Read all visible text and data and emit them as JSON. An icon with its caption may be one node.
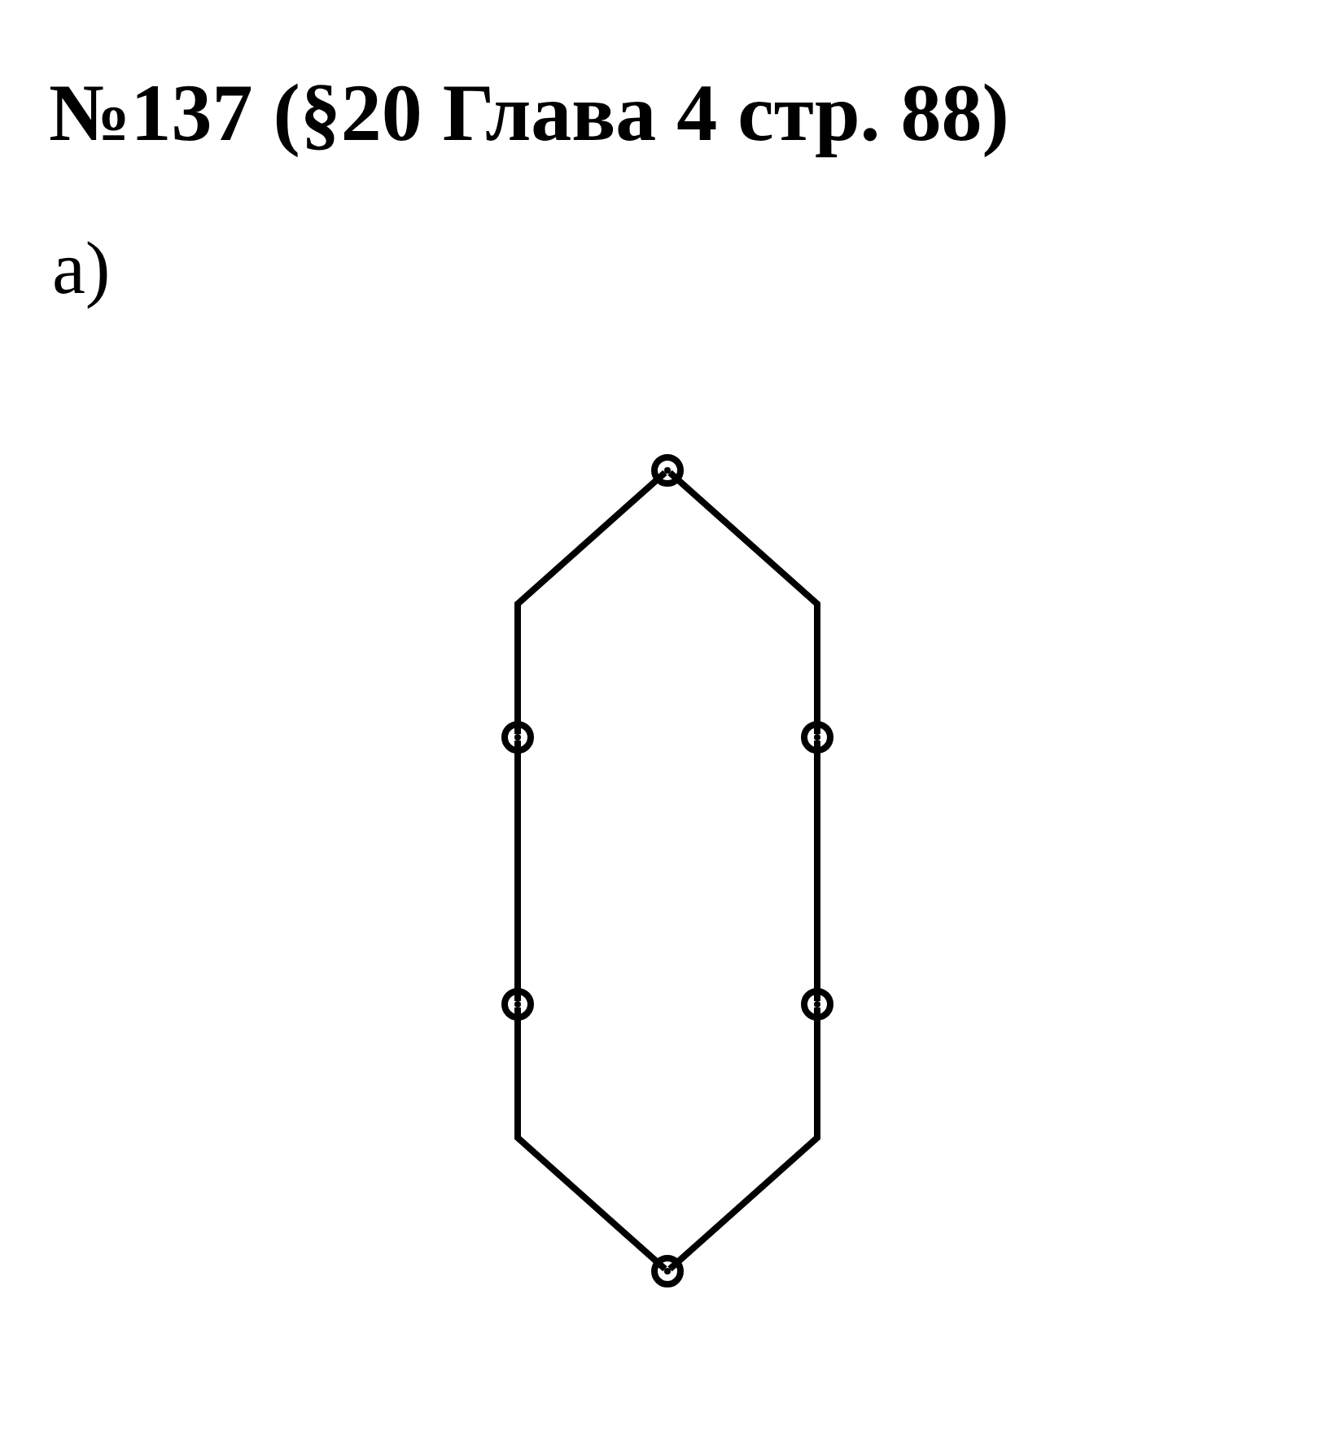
{
  "diagram": {
    "title": "№137 (§20 Глава 4  стр. 88)",
    "nodes": [
      {
        "text": [],
        "shape": "circle"
      },
      {
        "text": [],
        "shape": "circle"
      },
      {
        "text": [],
        "shape": "circle"
      },
      {
        "text": [],
        "shape": "circle"
      },
      {
        "text": [],
        "shape": "circle"
      },
      {
        "text": [],
        "shape": "circle"
      }
    ],
    "edges": [
      {
        "from": 0,
        "to": 1,
        "arrow": "none"
      },
      {
        "from": 0,
        "to": 2,
        "arrow": "none"
      },
      {
        "from": 1,
        "to": 3,
        "arrow": "none"
      },
      {
        "from": 2,
        "to": 4,
        "arrow": "none"
      },
      {
        "from": 3,
        "to": 5,
        "arrow": "none"
      },
      {
        "from": 4,
        "to": 5,
        "arrow": "none"
      }
    ],
    "labels": [
      "а)"
    ]
  }
}
